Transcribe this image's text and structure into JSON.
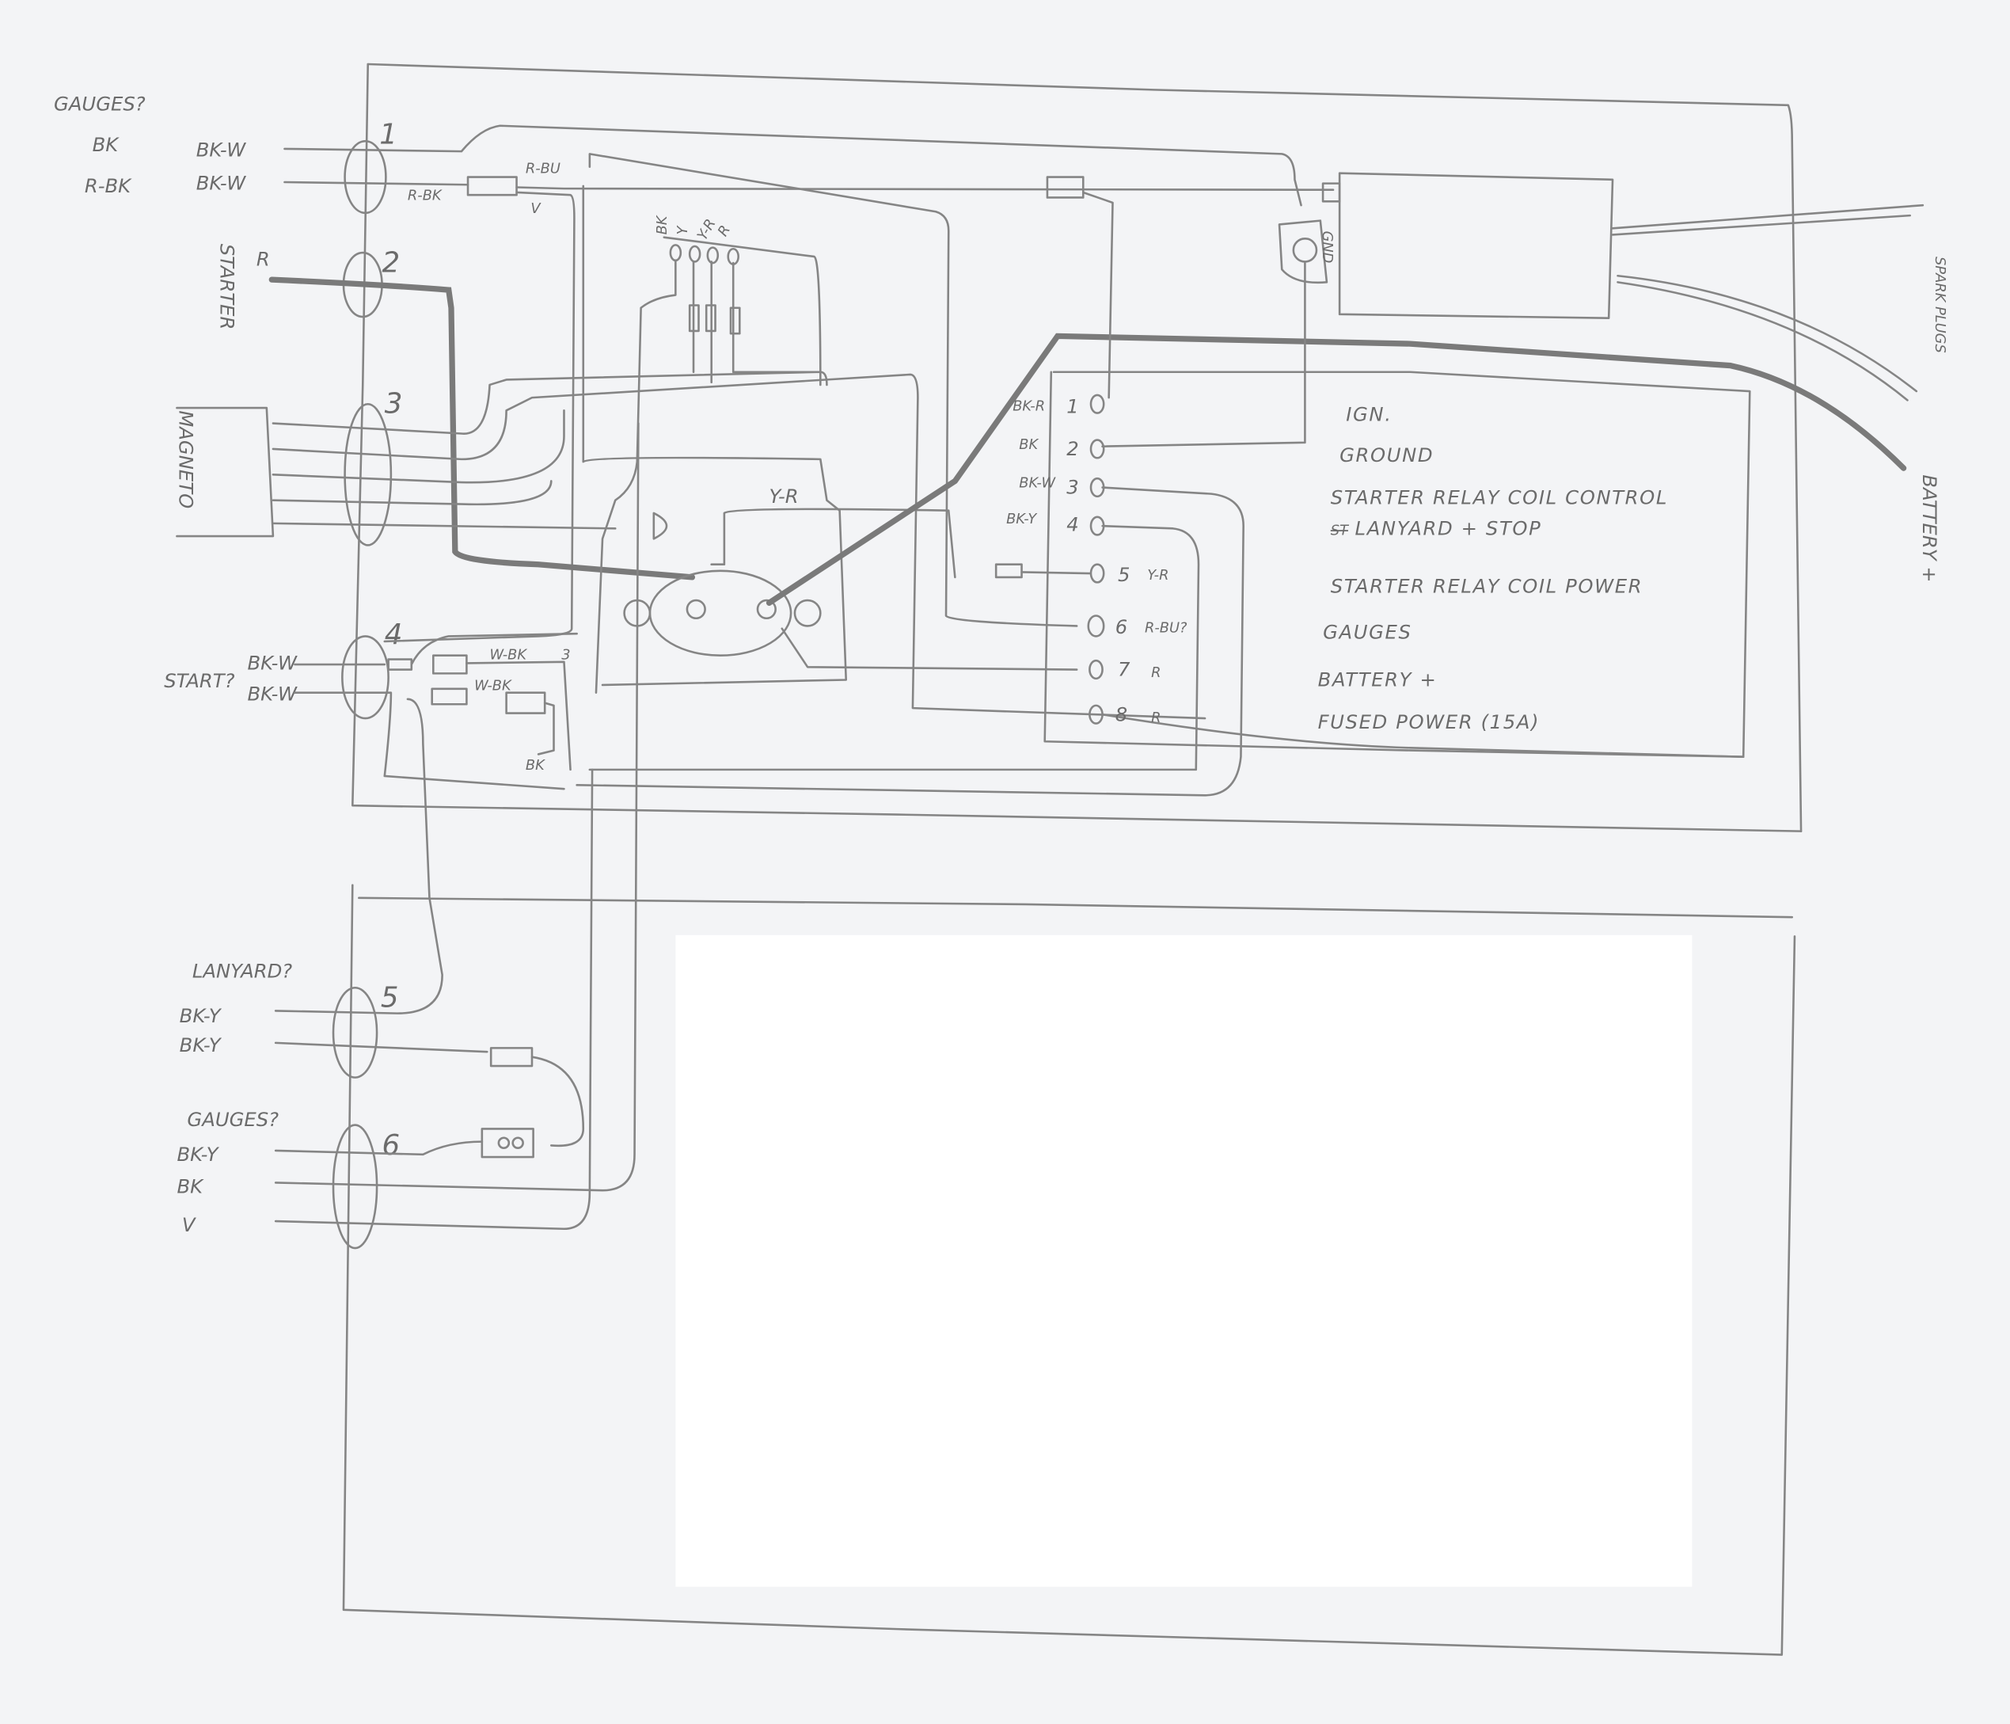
{
  "colors": {
    "paper": "#f3f4f6",
    "pencil": "#858585",
    "redaction": "#ffffff"
  },
  "left_labels": {
    "gauges_top": "GAUGES?",
    "bk": "BK",
    "r_bk": "R-BK",
    "bk_w_1": "BK-W",
    "bk_w_2": "BK-W",
    "starter": "STARTER",
    "r": "R",
    "magneto": "MAGNETO",
    "start": "START?",
    "start_bk_w_1": "BK-W",
    "start_bk_w_2": "BK-W",
    "lanyard": "LANYARD?",
    "lanyard_bk_y_1": "BK-Y",
    "lanyard_bk_y_2": "BK-Y",
    "gauges_bottom": "GAUGES?",
    "g_bk_y": "BK-Y",
    "g_bk": "BK",
    "g_v": "V"
  },
  "grommets": [
    "1",
    "2",
    "3",
    "4",
    "5",
    "6"
  ],
  "inner_labels": {
    "r_bk": "R-BK",
    "r_bu": "R-BU",
    "v": "V",
    "connector_top": [
      "BK",
      "Y",
      "Y-R",
      "R"
    ],
    "y_r": "Y-R",
    "w_bk_1": "W-BK",
    "w_bk_2": "W-BK",
    "w3": "3",
    "bk_low": "BK",
    "gnd": "GND",
    "spark_plugs": "SPARK PLUGS",
    "battery": "BATTERY +"
  },
  "terminal_block": {
    "terminals": [
      {
        "wire": "BK-R",
        "num": "1",
        "function": "IGN."
      },
      {
        "wire": "BK",
        "num": "2",
        "function": "GROUND"
      },
      {
        "wire": "BK-W",
        "num": "3",
        "function": "STARTER RELAY COIL CONTROL"
      },
      {
        "wire": "BK-Y",
        "num": "4",
        "function": "LANYARD + STOP",
        "struck_prefix": "ST"
      },
      {
        "wire": "Y-R",
        "num": "5",
        "function": "STARTER RELAY COIL POWER"
      },
      {
        "wire": "R-BU?",
        "num": "6",
        "function": "GAUGES"
      },
      {
        "wire": "R",
        "num": "7",
        "function": "BATTERY +"
      },
      {
        "wire": "R",
        "num": "8",
        "function": "FUSED POWER (15A)"
      }
    ]
  }
}
